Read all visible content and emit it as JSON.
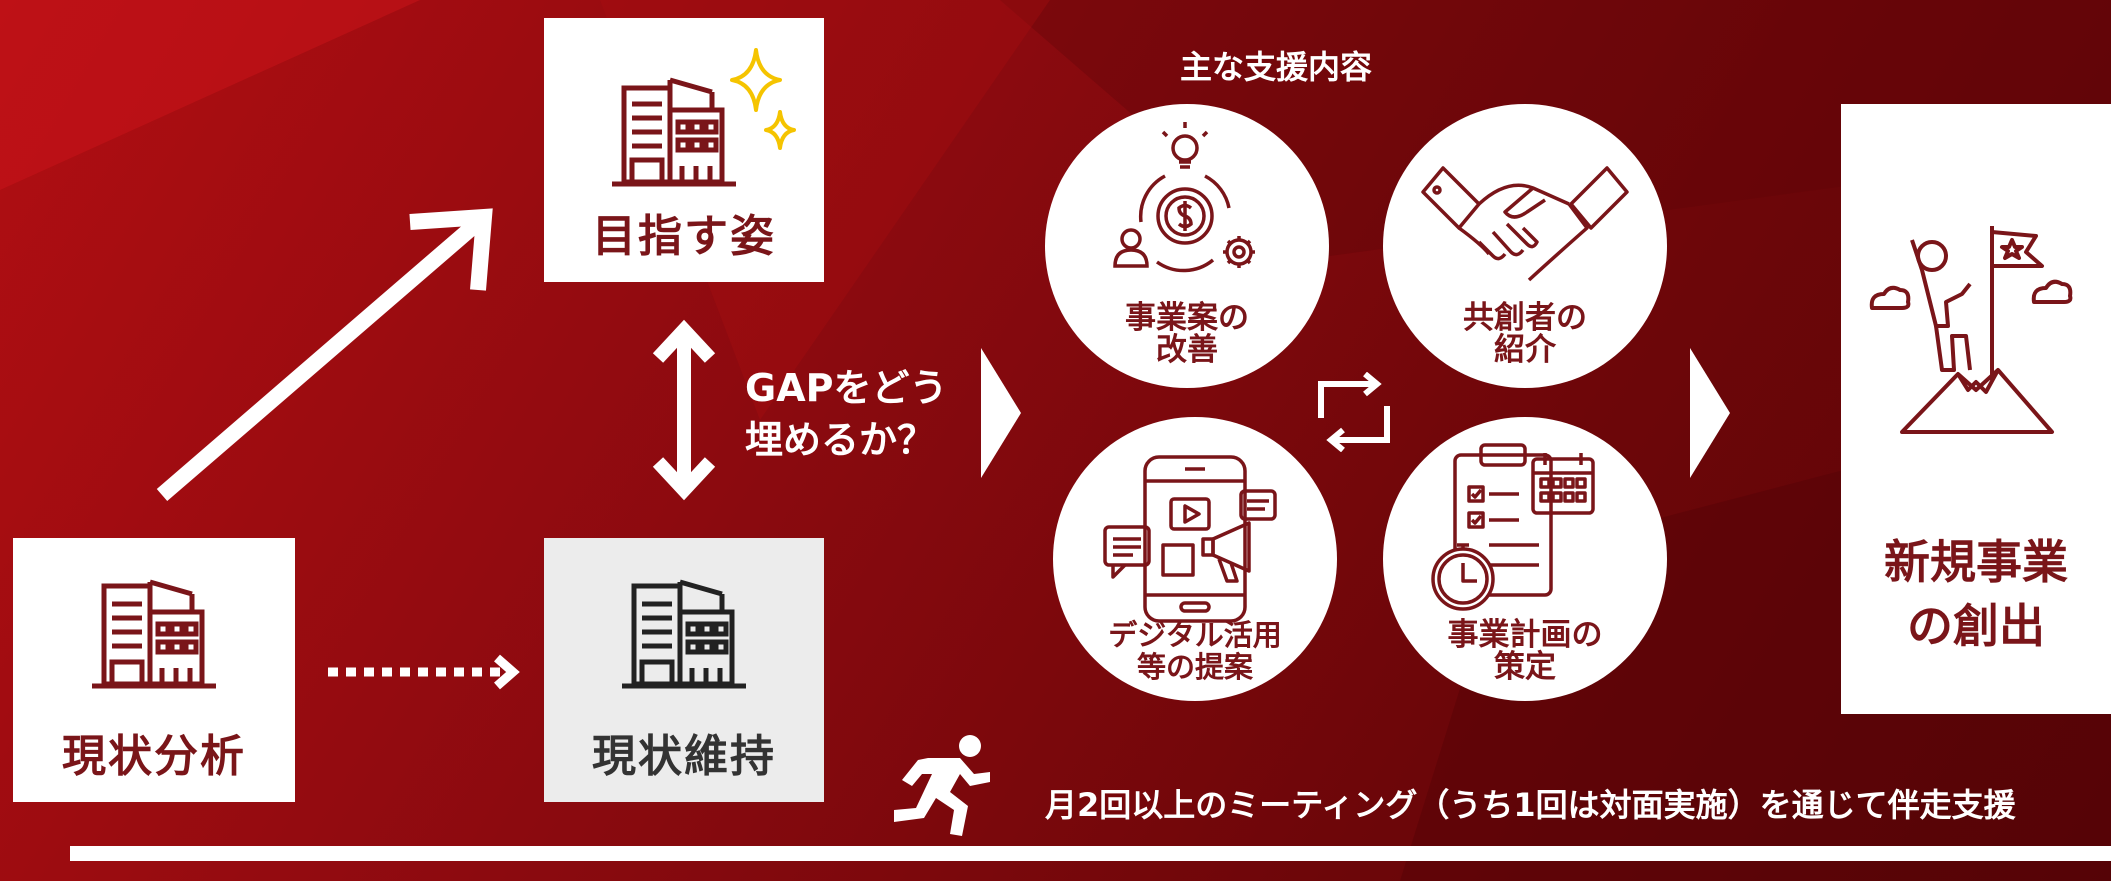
{
  "current_analysis": {
    "label": "現状分析"
  },
  "target": {
    "label": "目指す姿"
  },
  "status_quo": {
    "label": "現状維持"
  },
  "gap_question": {
    "line1": "GAPをどう",
    "line2": "埋めるか？"
  },
  "support": {
    "heading": "主な支援内容",
    "items": [
      {
        "line1": "事業案の",
        "line2": "改善",
        "icon": "idea-cycle-icon"
      },
      {
        "line1": "共創者の",
        "line2": "紹介",
        "icon": "handshake-icon"
      },
      {
        "line1": "デジタル活用",
        "line2": "等の提案",
        "icon": "smartphone-icon"
      },
      {
        "line1": "事業計画の",
        "line2": "策定",
        "icon": "plan-clock-icon"
      }
    ]
  },
  "result": {
    "line1": "新規事業",
    "line2": "の創出",
    "icon": "summit-flag-icon"
  },
  "footer": {
    "text": "月2回以上のミーティング（うち1回は対面実施）を通じて伴走支援",
    "icon": "runner-icon"
  },
  "colors": {
    "brand_red": "#7a1519",
    "bg_red": "#9a0b10",
    "white": "#ffffff",
    "sparkle": "#f5c400"
  }
}
